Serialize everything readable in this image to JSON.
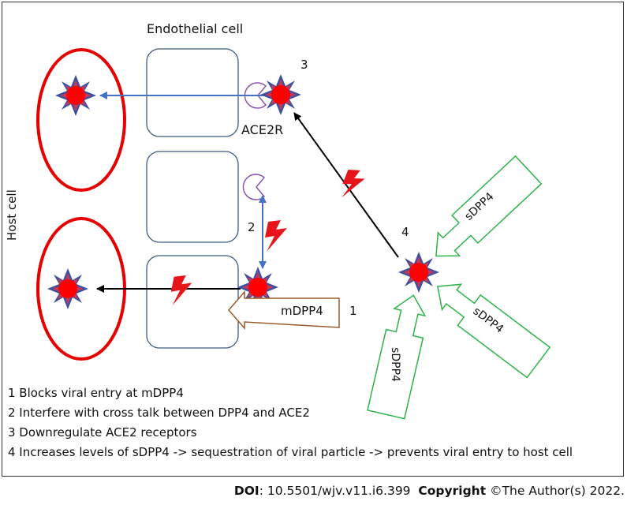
{
  "labels": {
    "endothelial_cell": "Endothelial cell",
    "host_cell": "Host cell",
    "ace2r": "ACE2R",
    "mdpp4": "mDPP4",
    "sdpp4": "sDPP4",
    "num1": "1",
    "num2": "2",
    "num3": "3",
    "num4": "4"
  },
  "legend": [
    "1 Blocks viral entry at mDPP4",
    "2 Interfere with cross talk between DPP4 and ACE2",
    "3 Downregulate ACE2 receptors",
    "4 Increases levels of sDPP4 -> sequestration of viral particle -> prevents viral entry to host cell"
  ],
  "footer": {
    "doi_label": "DOI",
    "doi_value": ": 10.5501/wjv.v11.i6.399",
    "copyright_label": "Copyright",
    "copyright_value": "©The Author(s) 2022."
  },
  "colors": {
    "host_cell": "#e60000",
    "endothelial_cell": "#3d5a80",
    "virus_body": "#ff0000",
    "virus_spike": "#3d4f9e",
    "receptor": "#8a55b0",
    "sdpp4": "#2db34a",
    "mdpp4": "#9b5a2a",
    "bolt": "#e8141b",
    "arrow_blue": "#4472c4"
  }
}
